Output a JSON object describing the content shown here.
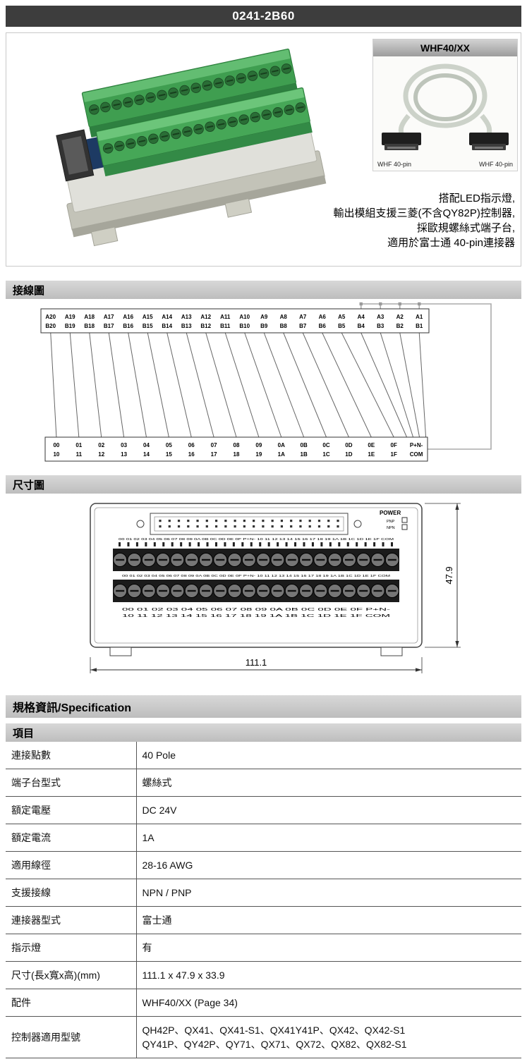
{
  "header": {
    "title": "0241-2B60"
  },
  "product": {
    "inset": {
      "title": "WHF40/XX",
      "left_label": "WHF 40-pin",
      "right_label": "WHF 40-pin"
    },
    "description_lines": [
      "搭配LED指示燈,",
      "輸出模組支援三菱(不含QY82P)控制器,",
      "採歐規螺絲式端子台,",
      "適用於富士通 40-pin連接器"
    ]
  },
  "sections": {
    "wiring_title": "接線圖",
    "dimension_title": "尺寸圖",
    "spec_title": "規格資訊/Specification",
    "item_title": "項目"
  },
  "wiring": {
    "top_pins": [
      [
        "A20",
        "B20"
      ],
      [
        "A19",
        "B19"
      ],
      [
        "A18",
        "B18"
      ],
      [
        "A17",
        "B17"
      ],
      [
        "A16",
        "B16"
      ],
      [
        "A15",
        "B15"
      ],
      [
        "A14",
        "B14"
      ],
      [
        "A13",
        "B13"
      ],
      [
        "A12",
        "B12"
      ],
      [
        "A11",
        "B11"
      ],
      [
        "A10",
        "B10"
      ],
      [
        "A9",
        "B9"
      ],
      [
        "A8",
        "B8"
      ],
      [
        "A7",
        "B7"
      ],
      [
        "A6",
        "B6"
      ],
      [
        "A5",
        "B5"
      ],
      [
        "A4",
        "B4"
      ],
      [
        "A3",
        "B3"
      ],
      [
        "A2",
        "B2"
      ],
      [
        "A1",
        "B1"
      ]
    ],
    "bottom_pins": [
      [
        "00",
        "10"
      ],
      [
        "01",
        "11"
      ],
      [
        "02",
        "12"
      ],
      [
        "03",
        "13"
      ],
      [
        "04",
        "14"
      ],
      [
        "05",
        "15"
      ],
      [
        "06",
        "16"
      ],
      [
        "07",
        "17"
      ],
      [
        "08",
        "18"
      ],
      [
        "09",
        "19"
      ],
      [
        "0A",
        "1A"
      ],
      [
        "0B",
        "1B"
      ],
      [
        "0C",
        "1C"
      ],
      [
        "0D",
        "1D"
      ],
      [
        "0E",
        "1E"
      ],
      [
        "0F",
        "1F"
      ],
      [
        "P+N-",
        "COM"
      ]
    ]
  },
  "dimension": {
    "width_label": "111.1",
    "height_label": "47.9",
    "power_label": "POWER",
    "pnp_label": "PNP",
    "npn_label": "NPN"
  },
  "spec_table": {
    "rows": [
      {
        "label": "連接點數",
        "value": "40 Pole"
      },
      {
        "label": "端子台型式",
        "value": "螺絲式"
      },
      {
        "label": "額定電壓",
        "value": "DC 24V"
      },
      {
        "label": "額定電流",
        "value": "1A"
      },
      {
        "label": "適用線徑",
        "value": "28-16 AWG"
      },
      {
        "label": "支援接線",
        "value": "NPN / PNP"
      },
      {
        "label": "連接器型式",
        "value": "富士通"
      },
      {
        "label": "指示燈",
        "value": "有"
      },
      {
        "label": "尺寸(長x寬x高)(mm)",
        "value": "111.1 x 47.9 x 33.9"
      },
      {
        "label": "配件",
        "value": "WHF40/XX (Page 34)"
      },
      {
        "label": "控制器適用型號",
        "value": "QH42P、QX41、QX41-S1、QX41Y41P、QX42、QX42-S1\nQY41P、QY42P、QY71、QX71、QX72、QX82、QX82-S1"
      }
    ]
  }
}
